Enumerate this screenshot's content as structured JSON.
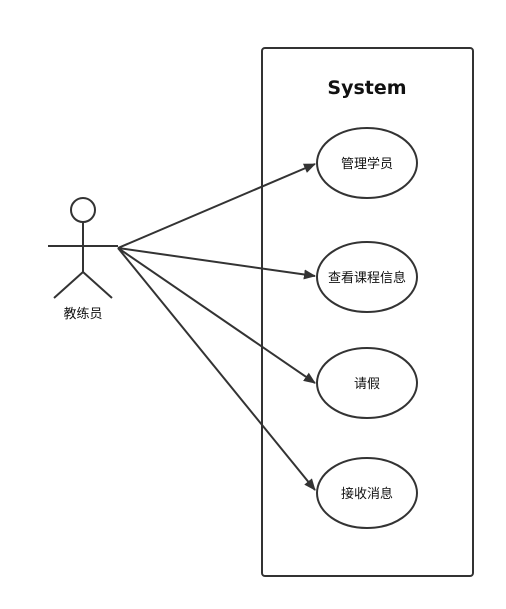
{
  "system": {
    "title": "System"
  },
  "actor": {
    "name": "教练员"
  },
  "use_cases": [
    {
      "label": "管理学员"
    },
    {
      "label": "查看课程信息"
    },
    {
      "label": "请假"
    },
    {
      "label": "接收消息"
    }
  ],
  "colors": {
    "line": "#333333",
    "background": "#ffffff"
  }
}
